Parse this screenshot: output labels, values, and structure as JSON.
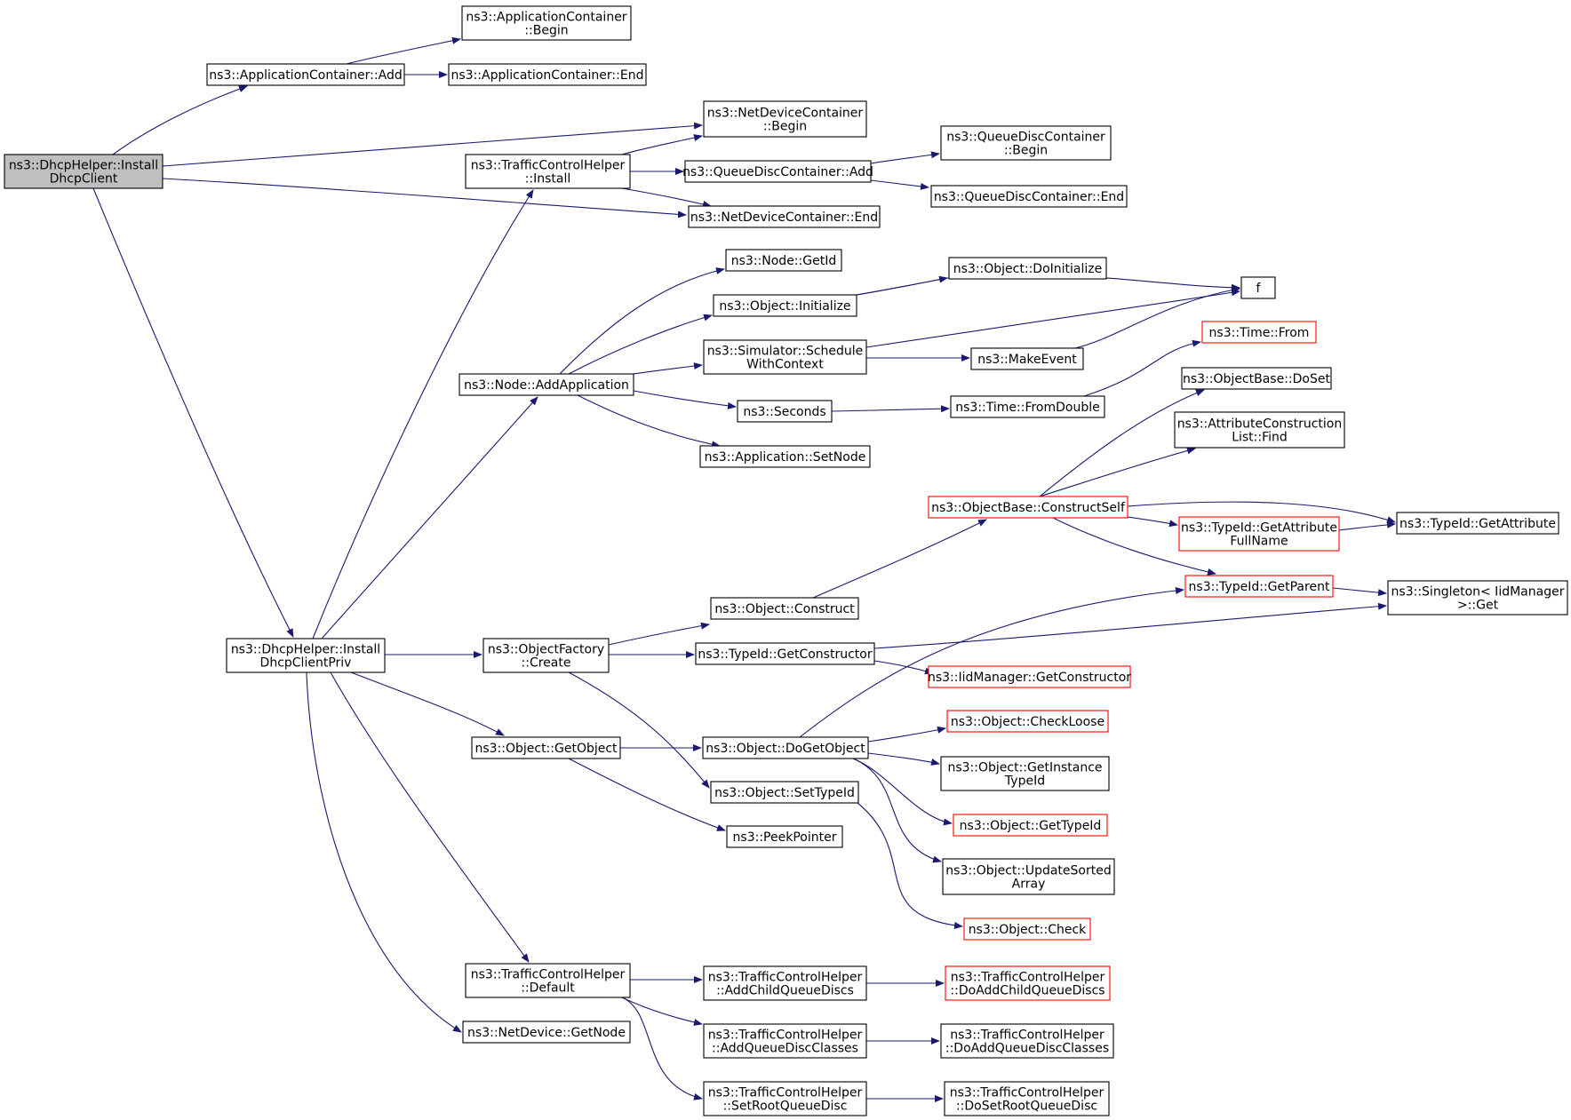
{
  "graph": {
    "edge_color": "#191970",
    "root_fill": "#bfbfbf",
    "truncated_border_color": "#ff0000",
    "nodes": {
      "installClient": {
        "lines": [
          "ns3::DhcpHelper::Install",
          "DhcpClient"
        ],
        "style": "root"
      },
      "appAdd": {
        "lines": [
          "ns3::ApplicationContainer::Add"
        ]
      },
      "appBegin": {
        "lines": [
          "ns3::ApplicationContainer",
          "::Begin"
        ]
      },
      "appEnd": {
        "lines": [
          "ns3::ApplicationContainer::End"
        ]
      },
      "ndcBegin": {
        "lines": [
          "ns3::NetDeviceContainer",
          "::Begin"
        ]
      },
      "ndcEnd": {
        "lines": [
          "ns3::NetDeviceContainer::End"
        ]
      },
      "tchInstall": {
        "lines": [
          "ns3::TrafficControlHelper",
          "::Install"
        ]
      },
      "qdcAdd": {
        "lines": [
          "ns3::QueueDiscContainer::Add"
        ]
      },
      "qdcBegin": {
        "lines": [
          "ns3::QueueDiscContainer",
          "::Begin"
        ]
      },
      "qdcEnd": {
        "lines": [
          "ns3::QueueDiscContainer::End"
        ]
      },
      "nodeGetId": {
        "lines": [
          "ns3::Node::GetId"
        ]
      },
      "objInit": {
        "lines": [
          "ns3::Object::Initialize"
        ]
      },
      "objDoInit": {
        "lines": [
          "ns3::Object::DoInitialize"
        ]
      },
      "f": {
        "lines": [
          "f"
        ]
      },
      "simSched": {
        "lines": [
          "ns3::Simulator::Schedule",
          "WithContext"
        ]
      },
      "makeEvent": {
        "lines": [
          "ns3::MakeEvent"
        ]
      },
      "timeFrom": {
        "lines": [
          "ns3::Time::From"
        ],
        "style": "red"
      },
      "nodeAddApp": {
        "lines": [
          "ns3::Node::AddApplication"
        ]
      },
      "seconds": {
        "lines": [
          "ns3::Seconds"
        ]
      },
      "timeFromDouble": {
        "lines": [
          "ns3::Time::FromDouble"
        ]
      },
      "appSetNode": {
        "lines": [
          "ns3::Application::SetNode"
        ]
      },
      "obDoSet": {
        "lines": [
          "ns3::ObjectBase::DoSet"
        ]
      },
      "aclFind": {
        "lines": [
          "ns3::AttributeConstruction",
          "List::Find"
        ]
      },
      "obConstructSelf": {
        "lines": [
          "ns3::ObjectBase::ConstructSelf"
        ],
        "style": "red"
      },
      "tidGetAttrFull": {
        "lines": [
          "ns3::TypeId::GetAttribute",
          "FullName"
        ],
        "style": "red"
      },
      "tidGetAttr": {
        "lines": [
          "ns3::TypeId::GetAttribute"
        ]
      },
      "tidGetParent": {
        "lines": [
          "ns3::TypeId::GetParent"
        ],
        "style": "red"
      },
      "singletonGet": {
        "lines": [
          "ns3::Singleton< IidManager",
          ">::Get"
        ]
      },
      "objConstruct": {
        "lines": [
          "ns3::Object::Construct"
        ]
      },
      "installPriv": {
        "lines": [
          "ns3::DhcpHelper::Install",
          "DhcpClientPriv"
        ]
      },
      "ofCreate": {
        "lines": [
          "ns3::ObjectFactory",
          "::Create"
        ]
      },
      "tidGetCtor": {
        "lines": [
          "ns3::TypeId::GetConstructor"
        ]
      },
      "iidGetCtor": {
        "lines": [
          "ns3::IidManager::GetConstructor"
        ],
        "style": "red"
      },
      "objCheckLoose": {
        "lines": [
          "ns3::Object::CheckLoose"
        ],
        "style": "red"
      },
      "objGetObject": {
        "lines": [
          "ns3::Object::GetObject"
        ]
      },
      "objDoGetObject": {
        "lines": [
          "ns3::Object::DoGetObject"
        ]
      },
      "objGetInstTid": {
        "lines": [
          "ns3::Object::GetInstance",
          "TypeId"
        ]
      },
      "objSetTid": {
        "lines": [
          "ns3::Object::SetTypeId"
        ]
      },
      "objGetTid": {
        "lines": [
          "ns3::Object::GetTypeId"
        ],
        "style": "red"
      },
      "peekPtr": {
        "lines": [
          "ns3::PeekPointer"
        ]
      },
      "objUpdSorted": {
        "lines": [
          "ns3::Object::UpdateSorted",
          "Array"
        ]
      },
      "objCheck": {
        "lines": [
          "ns3::Object::Check"
        ],
        "style": "red"
      },
      "tchDefault": {
        "lines": [
          "ns3::TrafficControlHelper",
          "::Default"
        ]
      },
      "tchAddChild": {
        "lines": [
          "ns3::TrafficControlHelper",
          "::AddChildQueueDiscs"
        ]
      },
      "tchDoAddChild": {
        "lines": [
          "ns3::TrafficControlHelper",
          "::DoAddChildQueueDiscs"
        ],
        "style": "red"
      },
      "ndGetNode": {
        "lines": [
          "ns3::NetDevice::GetNode"
        ]
      },
      "tchAddClasses": {
        "lines": [
          "ns3::TrafficControlHelper",
          "::AddQueueDiscClasses"
        ]
      },
      "tchDoAddClasses": {
        "lines": [
          "ns3::TrafficControlHelper",
          "::DoAddQueueDiscClasses"
        ]
      },
      "tchSetRoot": {
        "lines": [
          "ns3::TrafficControlHelper",
          "::SetRootQueueDisc"
        ]
      },
      "tchDoSetRoot": {
        "lines": [
          "ns3::TrafficControlHelper",
          "::DoSetRootQueueDisc"
        ]
      }
    }
  }
}
